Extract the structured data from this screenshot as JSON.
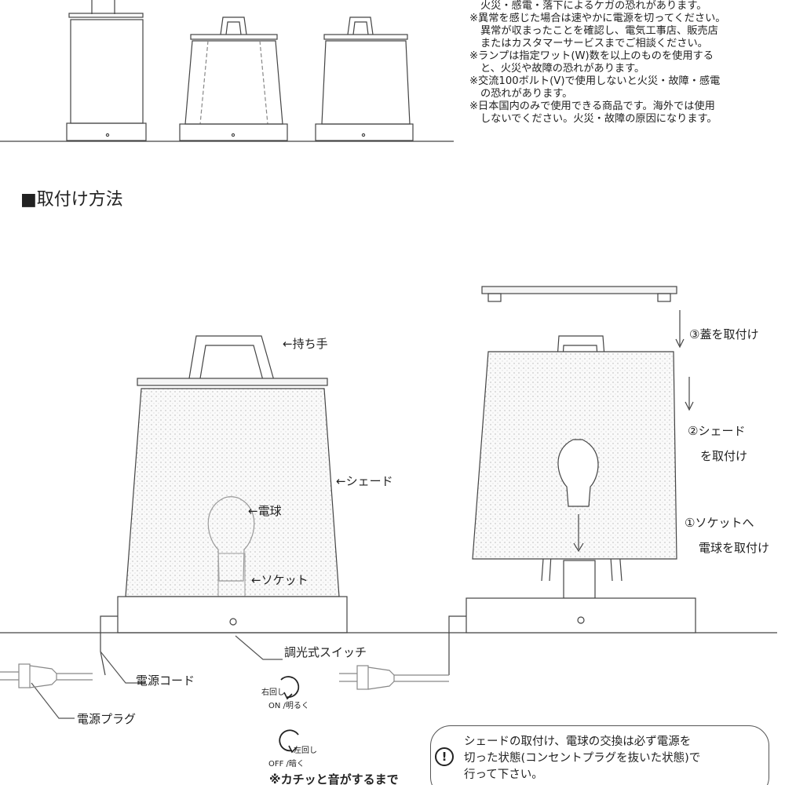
{
  "warnings": [
    {
      "text": "火災・感電・落下によるケガの恐れがあります。",
      "indent": true
    },
    {
      "text": "※異常を感じた場合は速やかに電源を切ってください。",
      "indent": false
    },
    {
      "text": "異常が収まったことを確認し、電気工事店、販売店",
      "indent": true
    },
    {
      "text": "またはカスタマーサービスまでご相談ください。",
      "indent": true
    },
    {
      "text": "※ランプは指定ワット(W)数を以上のものを使用する",
      "indent": false
    },
    {
      "text": "と、火災や故障の恐れがあります。",
      "indent": true
    },
    {
      "text": "※交流100ボルト(V)で使用しないと火災・故障・感電",
      "indent": false
    },
    {
      "text": "の恐れがあります。",
      "indent": true
    },
    {
      "text": "※日本国内のみで使用できる商品です。海外では使用",
      "indent": false
    },
    {
      "text": "しないでください。火災・故障の原因になります。",
      "indent": true
    }
  ],
  "heading": "■取付け方法",
  "labels": {
    "handle": "←持ち手",
    "shade": "←シェード",
    "bulb": "←電球",
    "socket": "←ソケット",
    "dimmer_switch": "調光式スイッチ",
    "power_cord": "電源コード",
    "power_plug": "電源プラグ",
    "turn_right": "右回し",
    "on_bright": "ON /明るく",
    "turn_left": "左回し",
    "off_dark": "OFF /暗く",
    "click_note": "※カチッと音がするまで"
  },
  "steps": {
    "step3": "③蓋を取付け",
    "step2_a": "②シェード",
    "step2_b": "を取付け",
    "step1_a": "①ソケットへ",
    "step1_b": "電球を取付け"
  },
  "note": {
    "icon": "exclamation-circle-icon",
    "lines": [
      "シェードの取付け、電球の交換は必ず電源を",
      "切った状態(コンセントプラグを抜いた状態)で",
      "行って下さい。"
    ]
  }
}
